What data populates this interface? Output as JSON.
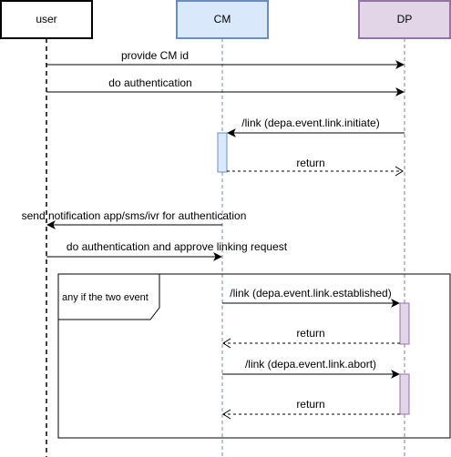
{
  "participants": [
    {
      "id": "user",
      "label": "user",
      "fill": "#ffffff",
      "stroke": "#000000"
    },
    {
      "id": "cm",
      "label": "CM",
      "fill": "#dae8fc",
      "stroke": "#6c8ebf"
    },
    {
      "id": "dp",
      "label": "DP",
      "fill": "#e1d5e7",
      "stroke": "#9673a6"
    }
  ],
  "messages": [
    {
      "id": "provide",
      "text": "provide CM id",
      "from": "user",
      "to": "dp",
      "kind": "call"
    },
    {
      "id": "do-auth",
      "text": "do authentication",
      "from": "user",
      "to": "dp",
      "kind": "call"
    },
    {
      "id": "link-initiate",
      "text": "/link (depa.event.link.initiate)",
      "from": "dp",
      "to": "cm",
      "kind": "call"
    },
    {
      "id": "return-1",
      "text": "return",
      "from": "cm",
      "to": "dp",
      "kind": "return"
    },
    {
      "id": "send-notification",
      "text": "send notification app/sms/ivr for authentication",
      "from": "cm",
      "to": "user",
      "kind": "call"
    },
    {
      "id": "approve",
      "text": "do authentication and approve linking request",
      "from": "user",
      "to": "cm",
      "kind": "call"
    },
    {
      "id": "link-established",
      "text": "/link (depa.event.link.established)",
      "from": "cm",
      "to": "dp",
      "kind": "call"
    },
    {
      "id": "return-2",
      "text": "return",
      "from": "dp",
      "to": "cm",
      "kind": "return"
    },
    {
      "id": "link-abort",
      "text": "/link (depa.event.link.abort)",
      "from": "cm",
      "to": "dp",
      "kind": "call"
    },
    {
      "id": "return-3",
      "text": "return",
      "from": "dp",
      "to": "cm",
      "kind": "return"
    }
  ],
  "fragment": {
    "label": "any if the two event"
  },
  "colors": {
    "line": "#000000",
    "cm_activation_fill": "#dae8fc",
    "cm_activation_stroke": "#6c8ebf",
    "dp_activation_fill": "#e1d5e7",
    "dp_activation_stroke": "#9673a6"
  }
}
